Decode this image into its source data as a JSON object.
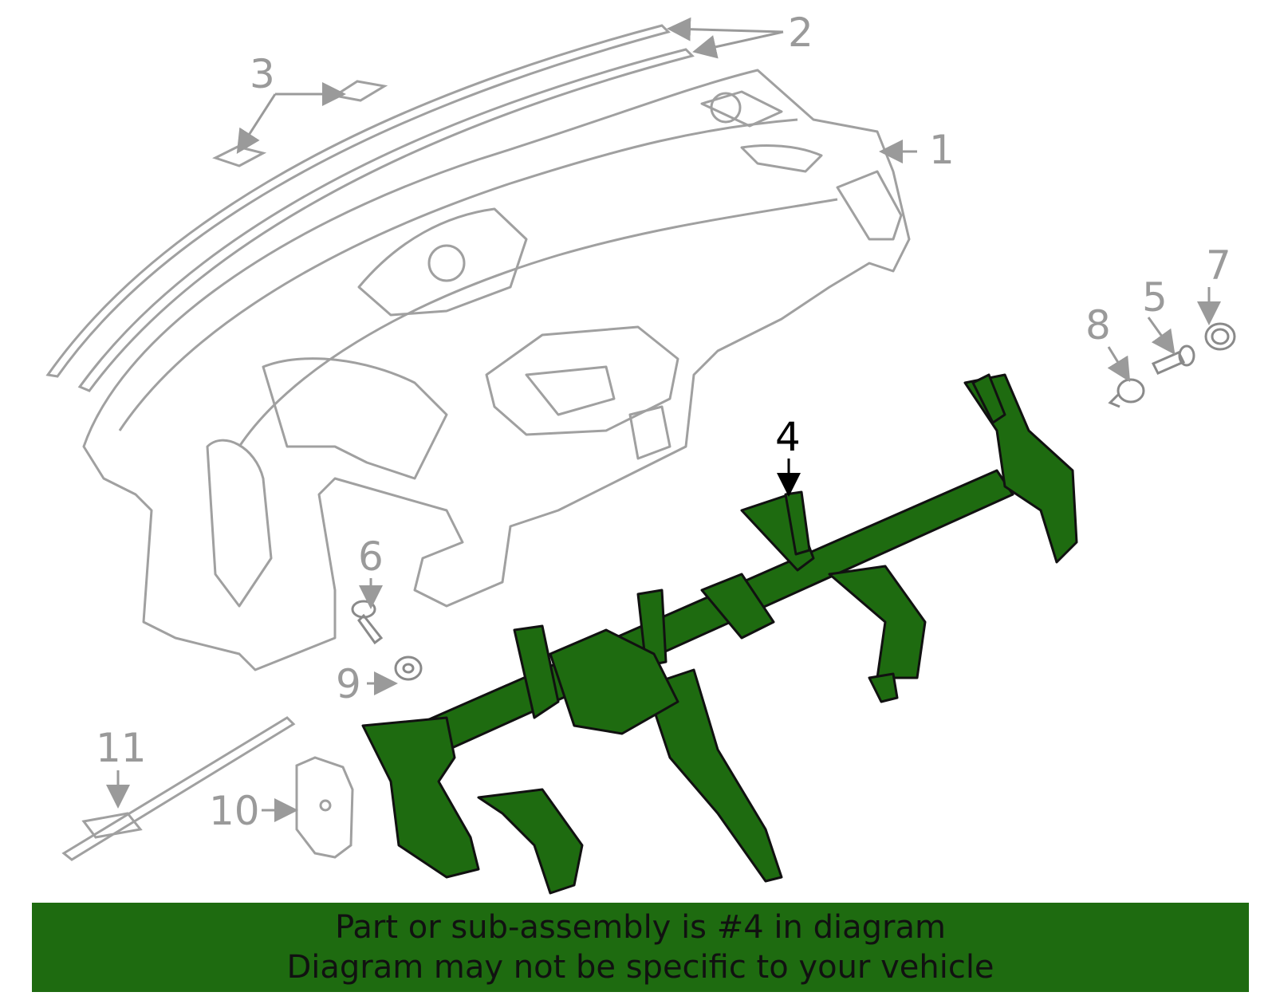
{
  "callouts": {
    "c1": "1",
    "c2": "2",
    "c3": "3",
    "c4": "4",
    "c5": "5",
    "c6": "6",
    "c7": "7",
    "c8": "8",
    "c9": "9",
    "c10": "10",
    "c11": "11"
  },
  "banner": {
    "line1": "Part or sub-assembly is #4 in diagram",
    "line2": "Diagram may not be specific to your vehicle"
  },
  "colors": {
    "highlight_part": "#1e6b10",
    "banner_bg": "#1e6b10",
    "line_gray": "#a0a0a0",
    "outline": "#111111"
  }
}
